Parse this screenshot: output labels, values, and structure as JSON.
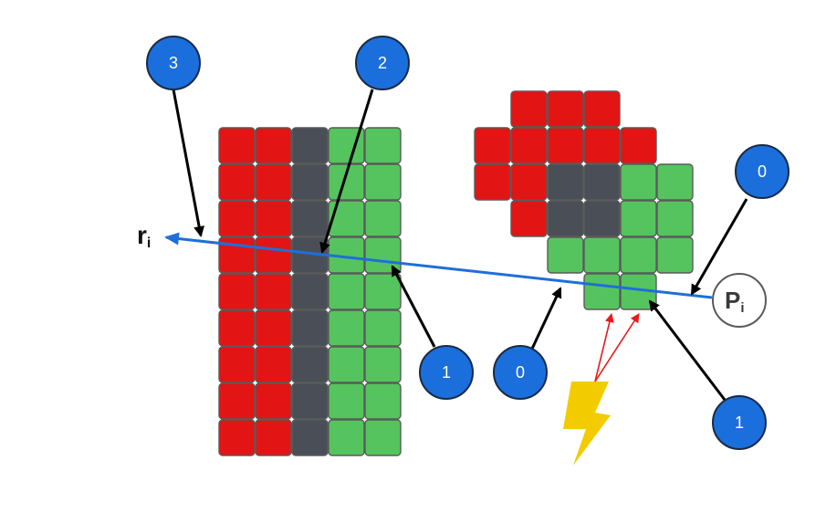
{
  "colors": {
    "red": "#E31414",
    "dark": "#4A4F57",
    "green": "#55C45E",
    "cell_stroke": "#5A5A5A",
    "ray": "#1E6FD9",
    "badge": "#1A6FDC",
    "badge_stroke": "#1A2A44",
    "arrow": "#000000",
    "light_arrow": "#E81A1A",
    "lightning": "#F2CC00"
  },
  "grid_left": {
    "columns": [
      "red",
      "red",
      "dark",
      "green",
      "green"
    ],
    "row_count": 9
  },
  "grid_right": {
    "rows": [
      [
        "",
        "red",
        "red",
        "red",
        "",
        ""
      ],
      [
        "red",
        "red",
        "red",
        "red",
        "red",
        ""
      ],
      [
        "red",
        "red",
        "dark",
        "dark",
        "green",
        "green"
      ],
      [
        "",
        "red",
        "dark",
        "dark",
        "green",
        "green"
      ],
      [
        "",
        "",
        "green",
        "green",
        "green",
        "green"
      ],
      [
        "",
        "",
        "",
        "green",
        "green",
        ""
      ]
    ]
  },
  "labels": {
    "ray_origin": "r",
    "ray_origin_sub": "i",
    "pixel": "P",
    "pixel_sub": "i"
  },
  "badges": [
    {
      "id": "badge-3",
      "text": "3"
    },
    {
      "id": "badge-2",
      "text": "2"
    },
    {
      "id": "badge-0-top-right",
      "text": "0"
    },
    {
      "id": "badge-1-left",
      "text": "1"
    },
    {
      "id": "badge-0-bottom",
      "text": "0"
    },
    {
      "id": "badge-1-bottom-right",
      "text": "1"
    }
  ],
  "icons": {
    "lightning": "lightning-bolt-icon"
  }
}
